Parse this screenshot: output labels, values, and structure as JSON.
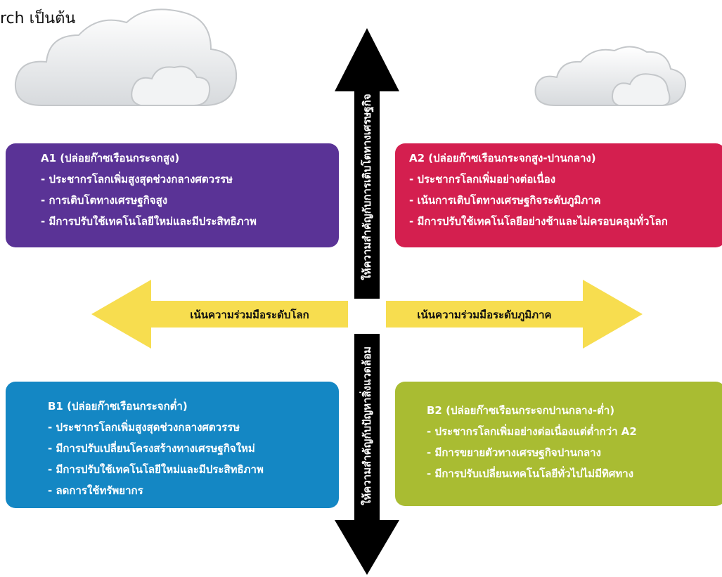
{
  "caption": "rch เป็นต้น",
  "colors": {
    "a1": "#5a3396",
    "a2": "#d41f4f",
    "b1": "#1487c4",
    "b2": "#a9bc32",
    "arrow_yellow": "#f7dd4f",
    "arrow_black": "#000000"
  },
  "axes": {
    "up": "ให้ความสำคัญกับการเติบโตทางเศรษฐกิจ",
    "down": "ให้ความสำคัญกับปัญหาสิ่งแวดล้อม",
    "left": "เน้นความร่วมมือระดับโลก",
    "right": "เน้นความร่วมมือระดับภูมิภาค"
  },
  "quadrants": {
    "a1": {
      "title": "A1 (ปล่อยก๊าซเรือนกระจกสูง)",
      "items": [
        "ประชากรโลกเพิ่มสูงสุดช่วงกลางศตวรรษ",
        "การเติบโตทางเศรษฐกิจสูง",
        "มีการปรับใช้เทคโนโลยีใหม่และมีประสิทธิภาพ"
      ]
    },
    "a2": {
      "title": "A2 (ปล่อยก๊าซเรือนกระจกสูง-ปานกลาง)",
      "items": [
        "ประชากรโลกเพิ่มอย่างต่อเนื่อง",
        "เน้นการเติบโตทางเศรษฐกิจระดับภูมิภาค",
        "มีการปรับใช้เทคโนโลยีอย่างช้าและไม่ครอบคลุมทั่วโลก"
      ]
    },
    "b1": {
      "title": "B1 (ปล่อยก๊าซเรือนกระจกต่ำ)",
      "items": [
        "ประชากรโลกเพิ่มสูงสุดช่วงกลางศตวรรษ",
        "มีการปรับเปลี่ยนโครงสร้างทางเศรษฐกิจใหม่",
        "มีการปรับใช้เทคโนโลยีใหม่และมีประสิทธิภาพ",
        "ลดการใช้ทรัพยากร"
      ]
    },
    "b2": {
      "title": "B2 (ปล่อยก๊าซเรือนกระจกปานกลาง-ต่ำ)",
      "items": [
        "ประชากรโลกเพิ่มอย่างต่อเนื่องแต่ต่ำกว่า A2",
        "มีการขยายตัวทางเศรษฐกิจปานกลาง",
        "มีการปรับเปลี่ยนเทคโนโลยีทั่วไปไม่มีทิศทาง"
      ]
    }
  }
}
